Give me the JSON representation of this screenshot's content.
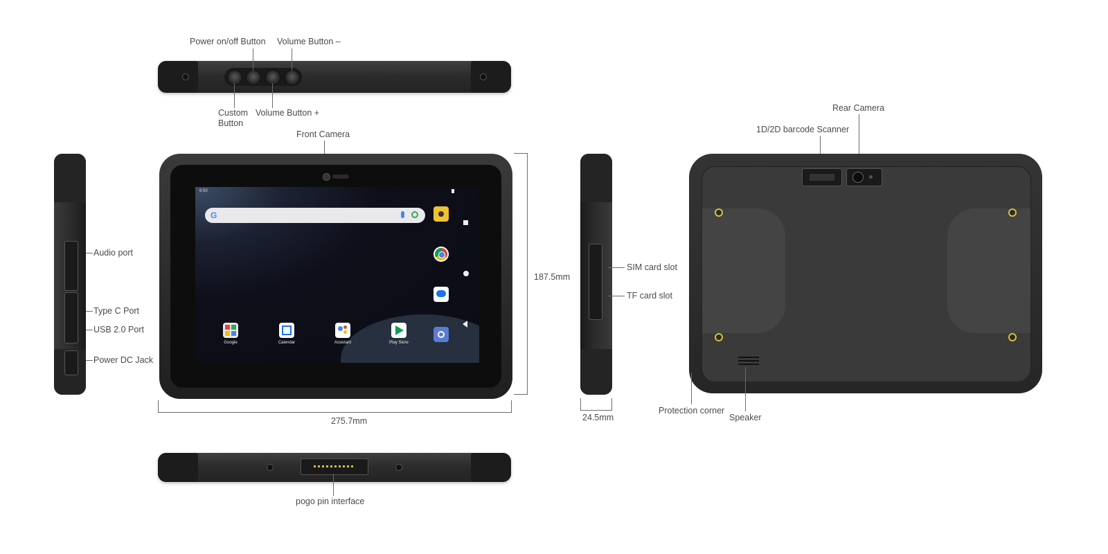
{
  "labels": {
    "power_button": "Power on/off Button",
    "volume_minus": "Volume Button –",
    "custom_button_line1": "Custom",
    "custom_button_line2": "Button",
    "volume_plus": "Volume Button +",
    "front_camera": "Front Camera",
    "audio_port": "Audio port",
    "type_c_port": "Type C Port",
    "usb_port": "USB 2.0 Port",
    "power_dc_jack": "Power DC Jack",
    "height_dim": "187.5mm",
    "width_dim": "275.7mm",
    "depth_dim": "24.5mm",
    "sim_slot": "SIM card slot",
    "tf_slot": "TF card slot",
    "rear_camera": "Rear Camera",
    "barcode_scanner": "1D/2D barcode Scanner",
    "protection_corner": "Protection corner",
    "speaker": "Speaker",
    "pogo_pin": "pogo pin interface"
  },
  "screen": {
    "time": "6:50",
    "apps": [
      {
        "name": "Google"
      },
      {
        "name": "Calendar"
      },
      {
        "name": "Assistant"
      },
      {
        "name": "Play Store"
      }
    ]
  },
  "colors": {
    "body": "#2b2b2b",
    "gold_screw": "#d7c23a",
    "label_text": "#4a4a4a"
  }
}
